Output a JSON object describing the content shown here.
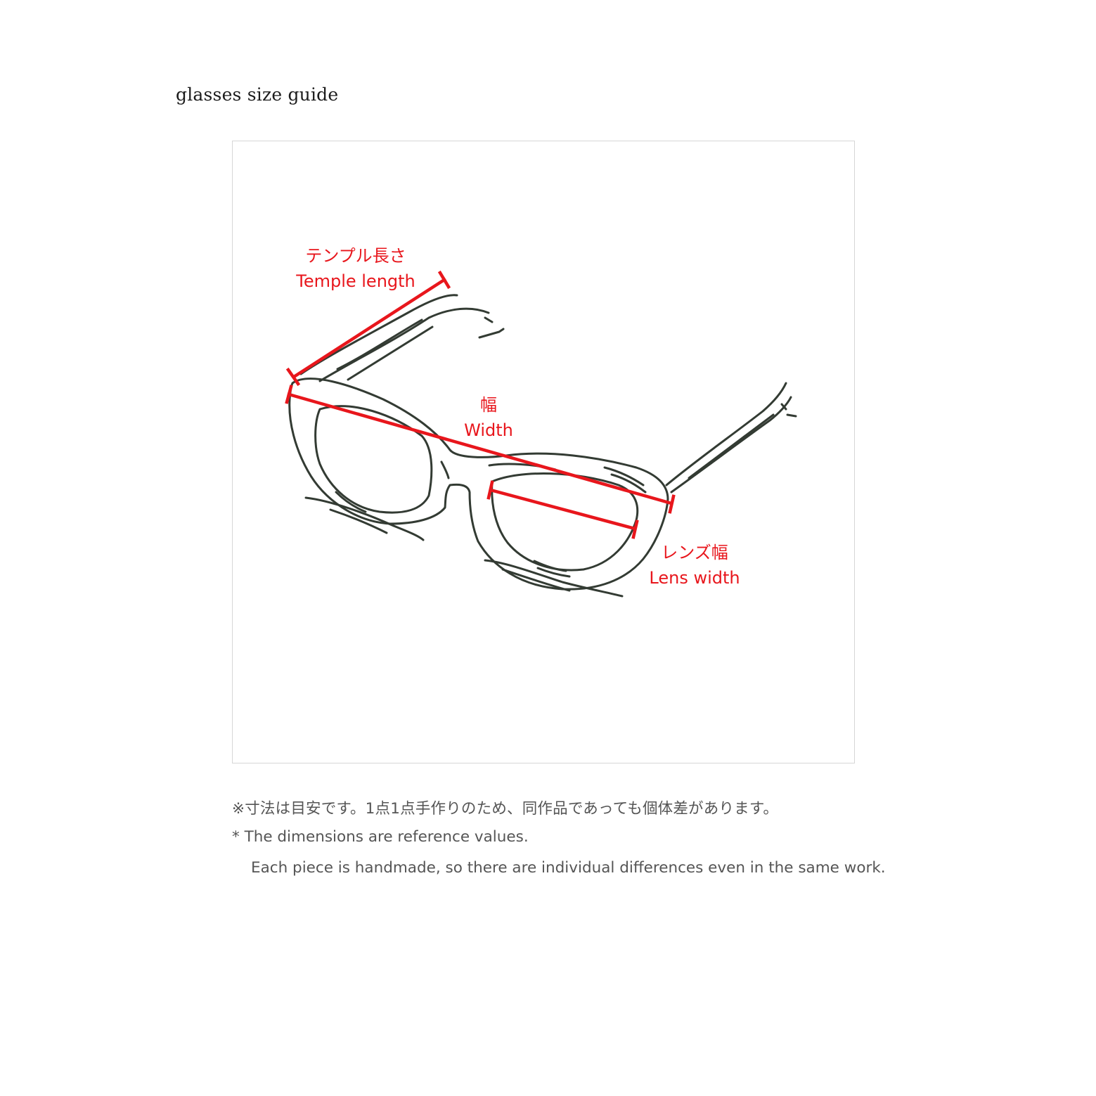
{
  "title": "glasses size guide",
  "diagram": {
    "labels": {
      "temple_length": {
        "jp": "テンプル長さ",
        "en": "Temple length"
      },
      "width": {
        "jp": "幅",
        "en": "Width"
      },
      "lens_width": {
        "jp": "レンズ幅",
        "en": "Lens width"
      }
    },
    "colors": {
      "measure": "#e8161c",
      "sketch": "#333b33",
      "frame_border": "#d6d6d6",
      "note_text": "#555555"
    }
  },
  "notes": {
    "jp": "※寸法は目安です。1点1点手作りのため、同作品であっても個体差があります。",
    "en_line1": "* The dimensions are reference values.",
    "en_line2": "Each piece is handmade, so there are individual differences even in the same work."
  }
}
